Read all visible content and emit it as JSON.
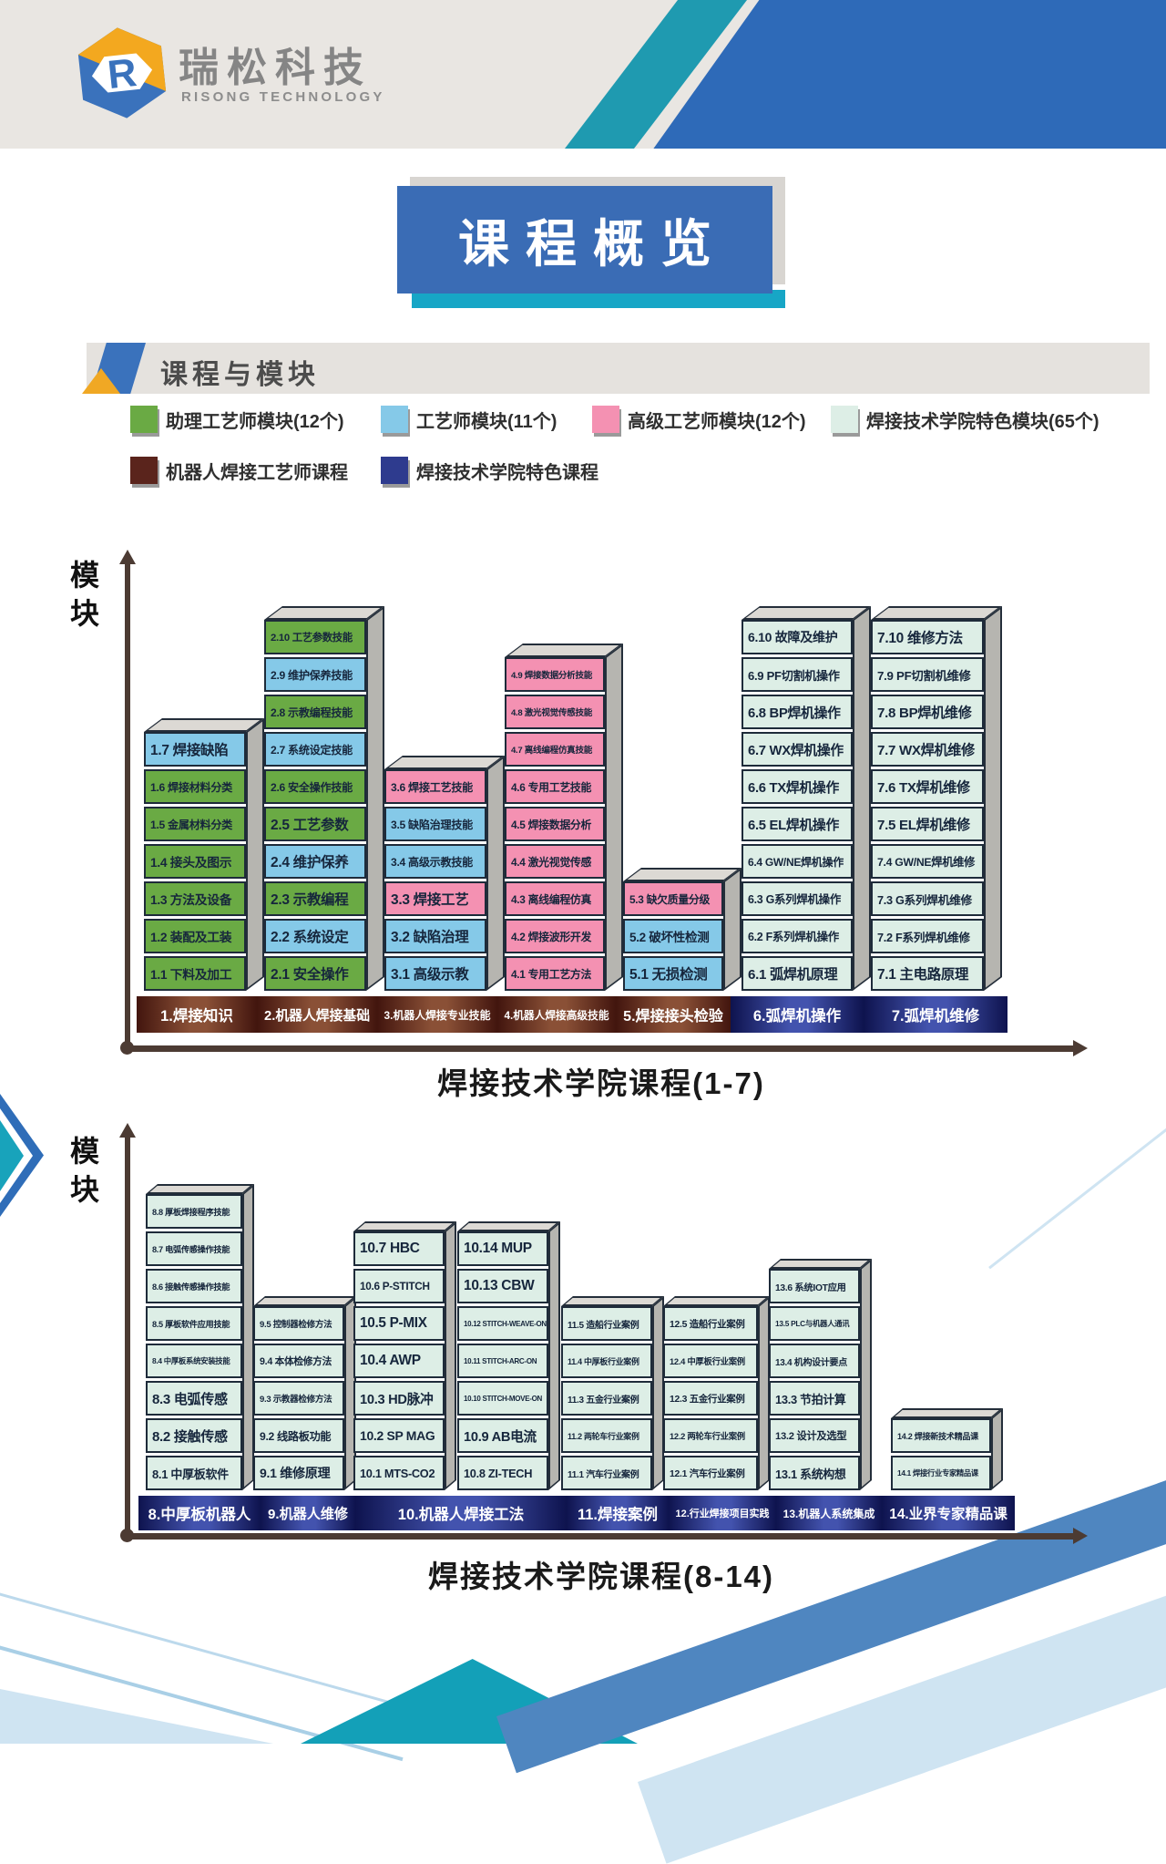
{
  "page": {
    "brand": {
      "name_cn": "瑞松科技",
      "name_en": "RISONG TECHNOLOGY"
    },
    "banner_title": "课程概览",
    "section_title": "课程与模块"
  },
  "legend": {
    "row1": [
      {
        "label": "助理工艺师模块(12个)",
        "type": "assistant"
      },
      {
        "label": "工艺师模块(11个)",
        "type": "engineer"
      },
      {
        "label": "高级工艺师模块(12个)",
        "type": "senior"
      },
      {
        "label": "焊接技术学院特色模块(65个)",
        "type": "special"
      }
    ],
    "row2": [
      {
        "label": "机器人焊接工艺师课程",
        "type": "robot_course"
      },
      {
        "label": "焊接技术学院特色课程",
        "type": "special_course"
      }
    ]
  },
  "palette": {
    "module_fill": {
      "assistant": "#6aaa44",
      "engineer": "#85c9e8",
      "senior": "#f491b2",
      "special": "#ddeee6"
    },
    "course_solid": {
      "robot_course": "#5a241c",
      "special_course": "#2e3b8e"
    },
    "course_bar": {
      "robot_course": [
        "#42150e",
        "#8a5036"
      ],
      "special_course": [
        "#0e134e",
        "#4353ae"
      ]
    },
    "accent_teal": "#17a6c6",
    "banner_blue": "#3a6cb5",
    "axis_color": "#4c3b33"
  },
  "charts": [
    {
      "y_axis_label": "模块",
      "x_axis_title": "焊接技术学院课程(1-7)",
      "courses": [
        {
          "base": "1.焊接知识",
          "base_type": "robot_course",
          "stacks": [
            [
              {
                "label": "1.7 焊接缺陷",
                "type": "engineer"
              },
              {
                "label": "1.6 焊接材料分类",
                "type": "assistant"
              },
              {
                "label": "1.5 金属材料分类",
                "type": "assistant"
              },
              {
                "label": "1.4 接头及图示",
                "type": "assistant"
              },
              {
                "label": "1.3 方法及设备",
                "type": "assistant"
              },
              {
                "label": "1.2 装配及工装",
                "type": "assistant"
              },
              {
                "label": "1.1 下料及加工",
                "type": "assistant"
              }
            ]
          ]
        },
        {
          "base": "2.机器人焊接基础",
          "base_type": "robot_course",
          "stacks": [
            [
              {
                "label": "2.10 工艺参数技能",
                "type": "assistant"
              },
              {
                "label": "2.9 维护保养技能",
                "type": "engineer"
              },
              {
                "label": "2.8 示教编程技能",
                "type": "assistant"
              },
              {
                "label": "2.7 系统设定技能",
                "type": "engineer"
              },
              {
                "label": "2.6 安全操作技能",
                "type": "assistant"
              },
              {
                "label": "2.5 工艺参数",
                "type": "assistant"
              },
              {
                "label": "2.4 维护保养",
                "type": "engineer"
              },
              {
                "label": "2.3 示教编程",
                "type": "assistant"
              },
              {
                "label": "2.2 系统设定",
                "type": "engineer"
              },
              {
                "label": "2.1 安全操作",
                "type": "assistant"
              }
            ]
          ]
        },
        {
          "base": "3.机器人焊接专业技能",
          "base_type": "robot_course",
          "stacks": [
            [
              {
                "label": "3.6 焊接工艺技能",
                "type": "senior"
              },
              {
                "label": "3.5 缺陷治理技能",
                "type": "engineer"
              },
              {
                "label": "3.4 高级示教技能",
                "type": "engineer"
              },
              {
                "label": "3.3 焊接工艺",
                "type": "senior"
              },
              {
                "label": "3.2 缺陷治理",
                "type": "engineer"
              },
              {
                "label": "3.1 高级示教",
                "type": "engineer"
              }
            ]
          ]
        },
        {
          "base": "4.机器人焊接高级技能",
          "base_type": "robot_course",
          "stacks": [
            [
              {
                "label": "4.9 焊接数据分析技能",
                "type": "senior"
              },
              {
                "label": "4.8 激光视觉传感技能",
                "type": "senior"
              },
              {
                "label": "4.7 离线编程仿真技能",
                "type": "senior"
              },
              {
                "label": "4.6 专用工艺技能",
                "type": "senior"
              },
              {
                "label": "4.5 焊接数据分析",
                "type": "senior"
              },
              {
                "label": "4.4 激光视觉传感",
                "type": "senior"
              },
              {
                "label": "4.3 离线编程仿真",
                "type": "senior"
              },
              {
                "label": "4.2 焊接波形开发",
                "type": "senior"
              },
              {
                "label": "4.1 专用工艺方法",
                "type": "senior"
              }
            ]
          ]
        },
        {
          "base": "5.焊接接头检验",
          "base_type": "robot_course",
          "stacks": [
            [
              {
                "label": "5.3 缺欠质量分级",
                "type": "senior"
              },
              {
                "label": "5.2 破坏性检测",
                "type": "engineer"
              },
              {
                "label": "5.1 无损检测",
                "type": "engineer"
              }
            ]
          ]
        },
        {
          "base": "6.弧焊机操作",
          "base_type": "special_course",
          "stacks": [
            [
              {
                "label": "6.10 故障及维护",
                "type": "special"
              },
              {
                "label": "6.9 PF切割机操作",
                "type": "special"
              },
              {
                "label": "6.8 BP焊机操作",
                "type": "special"
              },
              {
                "label": "6.7 WX焊机操作",
                "type": "special"
              },
              {
                "label": "6.6 TX焊机操作",
                "type": "special"
              },
              {
                "label": "6.5 EL焊机操作",
                "type": "special"
              },
              {
                "label": "6.4 GW/NE焊机操作",
                "type": "special"
              },
              {
                "label": "6.3 G系列焊机操作",
                "type": "special"
              },
              {
                "label": "6.2 F系列焊机操作",
                "type": "special"
              },
              {
                "label": "6.1 弧焊机原理",
                "type": "special"
              }
            ]
          ]
        },
        {
          "base": "7.弧焊机维修",
          "base_type": "special_course",
          "stacks": [
            [
              {
                "label": "7.10 维修方法",
                "type": "special"
              },
              {
                "label": "7.9 PF切割机维修",
                "type": "special"
              },
              {
                "label": "7.8 BP焊机维修",
                "type": "special"
              },
              {
                "label": "7.7 WX焊机维修",
                "type": "special"
              },
              {
                "label": "7.6 TX焊机维修",
                "type": "special"
              },
              {
                "label": "7.5 EL焊机维修",
                "type": "special"
              },
              {
                "label": "7.4 GW/NE焊机维修",
                "type": "special"
              },
              {
                "label": "7.3 G系列焊机维修",
                "type": "special"
              },
              {
                "label": "7.2 F系列焊机维修",
                "type": "special"
              },
              {
                "label": "7.1 主电路原理",
                "type": "special"
              }
            ]
          ]
        }
      ]
    },
    {
      "y_axis_label": "模块",
      "x_axis_title": "焊接技术学院课程(8-14)",
      "courses": [
        {
          "base": "8.中厚板机器人",
          "base_type": "special_course",
          "stacks": [
            [
              {
                "label": "8.8 厚板焊接程序技能",
                "type": "special"
              },
              {
                "label": "8.7 电弧传感操作技能",
                "type": "special"
              },
              {
                "label": "8.6 接触传感操作技能",
                "type": "special"
              },
              {
                "label": "8.5 厚板软件应用技能",
                "type": "special"
              },
              {
                "label": "8.4 中厚板系统安装技能",
                "type": "special"
              },
              {
                "label": "8.3 电弧传感",
                "type": "special"
              },
              {
                "label": "8.2 接触传感",
                "type": "special"
              },
              {
                "label": "8.1 中厚板软件",
                "type": "special"
              }
            ]
          ]
        },
        {
          "base": "9.机器人维修",
          "base_type": "special_course",
          "stacks": [
            [
              {
                "label": "9.5 控制器检修方法",
                "type": "special"
              },
              {
                "label": "9.4 本体检修方法",
                "type": "special"
              },
              {
                "label": "9.3 示教器检修方法",
                "type": "special"
              },
              {
                "label": "9.2 线路板功能",
                "type": "special"
              },
              {
                "label": "9.1 维修原理",
                "type": "special"
              }
            ]
          ]
        },
        {
          "base": "10.机器人焊接工法",
          "base_type": "special_course",
          "stacks": [
            [
              {
                "label": "10.7 HBC",
                "type": "special"
              },
              {
                "label": "10.6 P-STITCH",
                "type": "special"
              },
              {
                "label": "10.5 P-MIX",
                "type": "special"
              },
              {
                "label": "10.4 AWP",
                "type": "special"
              },
              {
                "label": "10.3 HD脉冲",
                "type": "special"
              },
              {
                "label": "10.2 SP MAG",
                "type": "special"
              },
              {
                "label": "10.1 MTS-CO2",
                "type": "special"
              }
            ],
            [
              {
                "label": "10.14 MUP",
                "type": "special"
              },
              {
                "label": "10.13 CBW",
                "type": "special"
              },
              {
                "label": "10.12 STITCH-WEAVE-ON",
                "type": "special"
              },
              {
                "label": "10.11 STITCH-ARC-ON",
                "type": "special"
              },
              {
                "label": "10.10 STITCH-MOVE-ON",
                "type": "special"
              },
              {
                "label": "10.9 AB电流",
                "type": "special"
              },
              {
                "label": "10.8 ZI-TECH",
                "type": "special"
              }
            ]
          ]
        },
        {
          "base": "11.焊接案例",
          "base_type": "special_course",
          "stacks": [
            [
              {
                "label": "11.5 造船行业案例",
                "type": "special"
              },
              {
                "label": "11.4 中厚板行业案例",
                "type": "special"
              },
              {
                "label": "11.3 五金行业案例",
                "type": "special"
              },
              {
                "label": "11.2 两轮车行业案例",
                "type": "special"
              },
              {
                "label": "11.1 汽车行业案例",
                "type": "special"
              }
            ]
          ]
        },
        {
          "base": "12.行业焊接项目实践",
          "base_type": "special_course",
          "stacks": [
            [
              {
                "label": "12.5 造船行业案例",
                "type": "special"
              },
              {
                "label": "12.4 中厚板行业案例",
                "type": "special"
              },
              {
                "label": "12.3 五金行业案例",
                "type": "special"
              },
              {
                "label": "12.2 两轮车行业案例",
                "type": "special"
              },
              {
                "label": "12.1 汽车行业案例",
                "type": "special"
              }
            ]
          ]
        },
        {
          "base": "13.机器人系统集成",
          "base_type": "special_course",
          "stacks": [
            [
              {
                "label": "13.6 系统IOT应用",
                "type": "special"
              },
              {
                "label": "13.5 PLC与机器人通讯",
                "type": "special"
              },
              {
                "label": "13.4 机构设计要点",
                "type": "special"
              },
              {
                "label": "13.3 节拍计算",
                "type": "special"
              },
              {
                "label": "13.2 设计及选型",
                "type": "special"
              },
              {
                "label": "13.1 系统构想",
                "type": "special"
              }
            ]
          ]
        },
        {
          "base": "14.业界专家精品课",
          "base_type": "special_course",
          "stacks": [
            [
              {
                "label": "14.2 焊接新技术精品课",
                "type": "special"
              },
              {
                "label": "14.1 焊接行业专家精品课",
                "type": "special"
              }
            ]
          ]
        }
      ]
    }
  ]
}
